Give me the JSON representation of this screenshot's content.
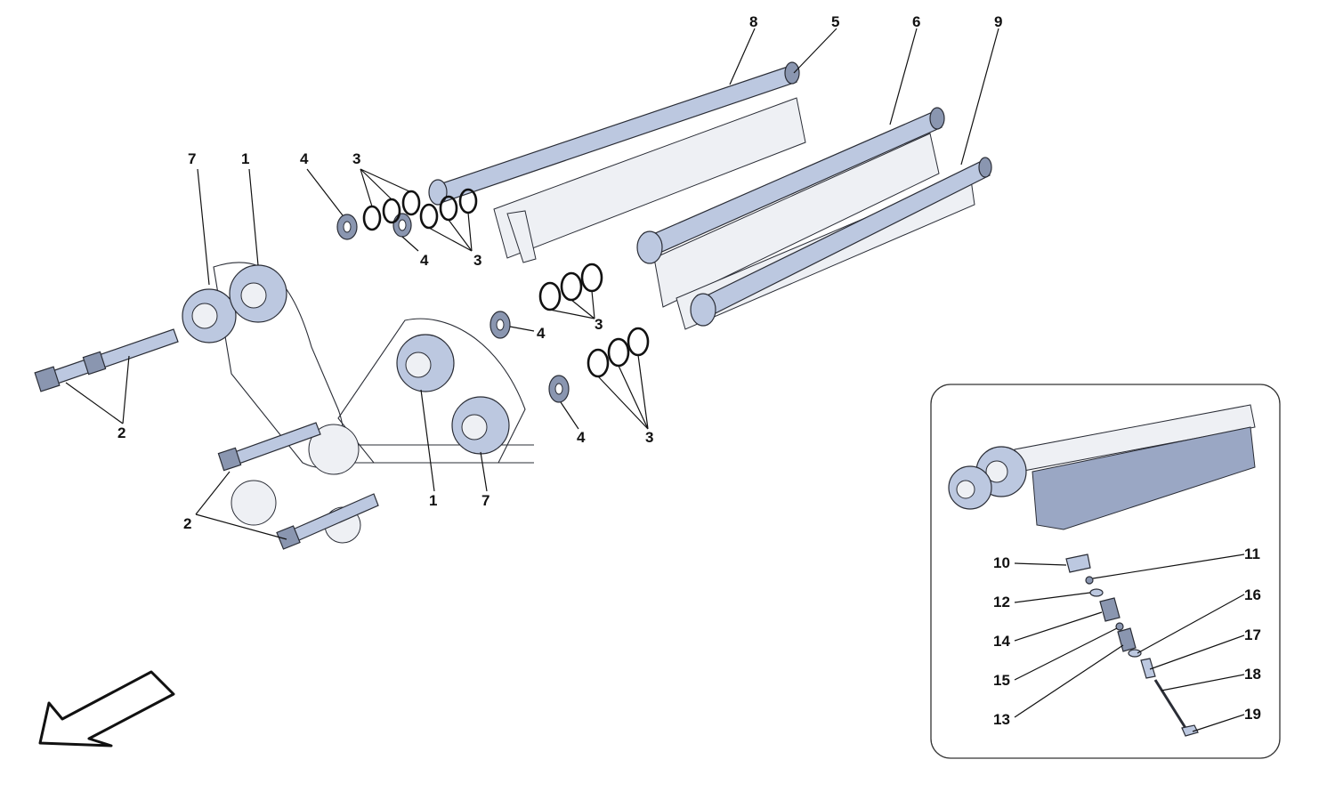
{
  "diagram": {
    "callouts": {
      "c7a": "7",
      "c1a": "1",
      "c4a": "4",
      "c3a": "3",
      "c4b": "4",
      "c3b": "3",
      "c8": "8",
      "c5": "5",
      "c6": "6",
      "c9": "9",
      "c3c": "3",
      "c4c": "4",
      "c4d": "4",
      "c3d": "3",
      "c2a": "2",
      "c2b": "2",
      "c1b": "1",
      "c7b": "7"
    },
    "inset_callouts": {
      "c10": "10",
      "c11": "11",
      "c12": "12",
      "c14": "14",
      "c15": "15",
      "c13": "13",
      "c16": "16",
      "c17": "17",
      "c18": "18",
      "c19": "19"
    },
    "colors": {
      "part_fill": "#bcc8e0",
      "outline": "#2a2d36",
      "background": "#ffffff"
    }
  }
}
